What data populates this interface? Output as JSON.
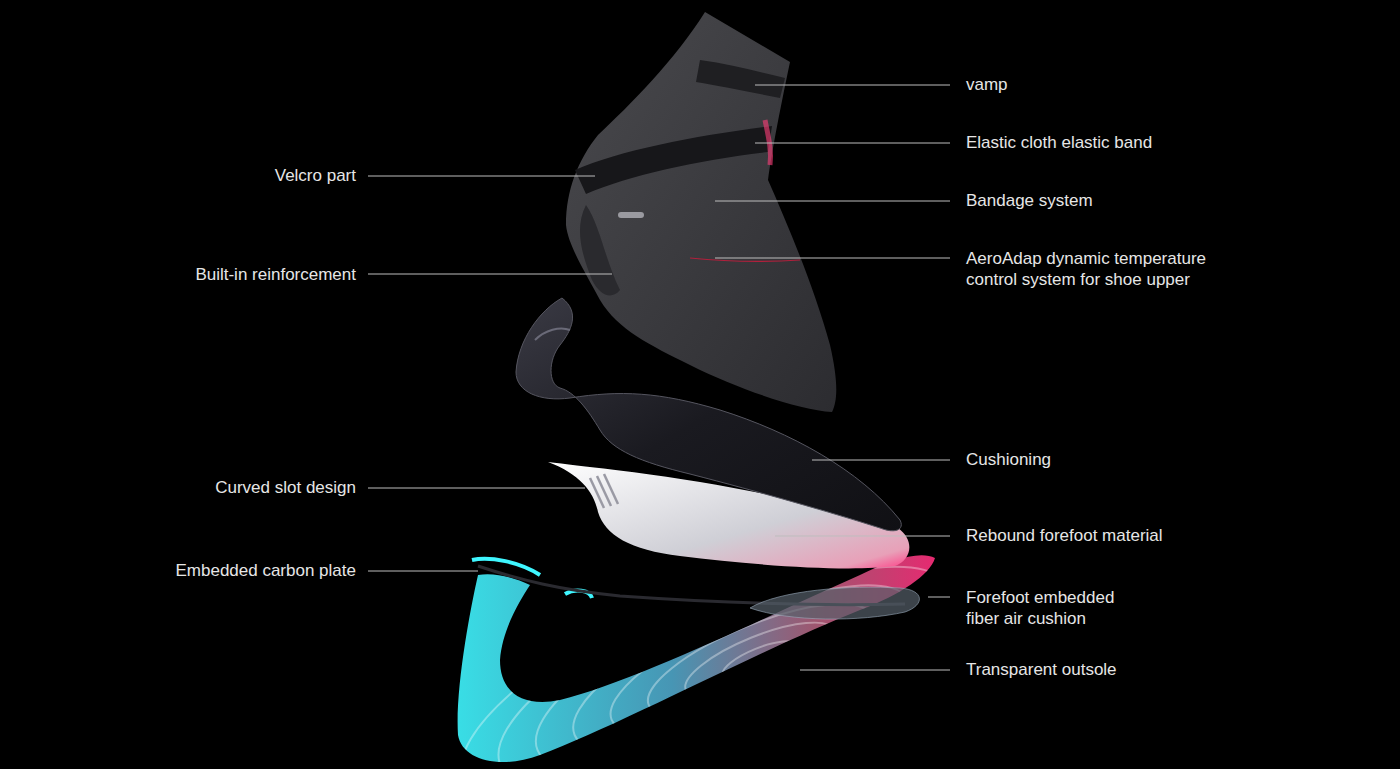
{
  "diagram": {
    "labels": [
      "vamp",
      "Elastic cloth elastic band",
      "Velcro part",
      "Bandage system",
      "AeroAdap dynamic temperature control system for shoe upper",
      "Built-in reinforcement",
      "Cushioning",
      "Curved slot design",
      "Rebound forefoot material",
      "Embedded carbon plate",
      "Forefoot embedded fiber air cushion",
      "Transparent outsole"
    ]
  }
}
